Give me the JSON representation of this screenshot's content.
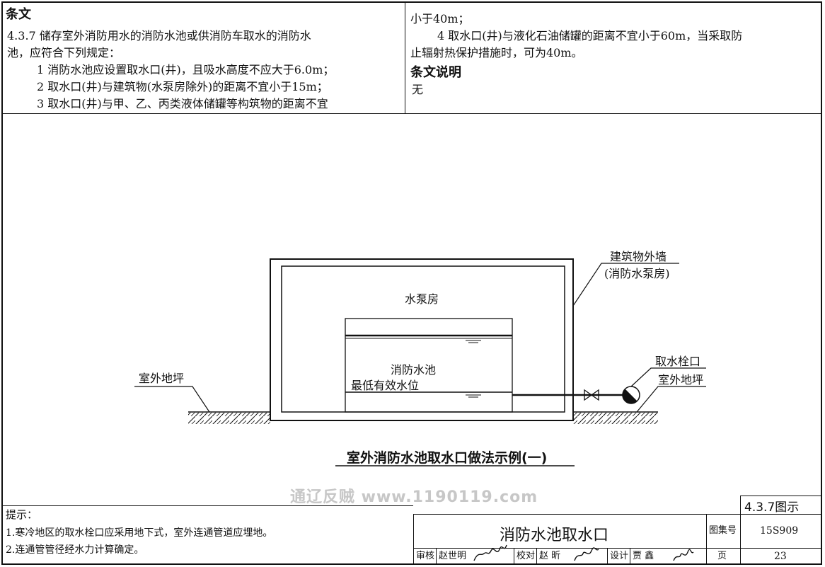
{
  "clause": {
    "heading": "条文",
    "line1": "4.3.7  储存室外消防用水的消防水池或供消防车取水的消防水",
    "line2": "池，应符合下列规定：",
    "item1": "1  消防水池应设置取水口(井)，且吸水高度不应大于6.0m；",
    "item2": "2  取水口(井)与建筑物(水泵房除外)的距离不宜小于15m；",
    "item3": "3  取水口(井)与甲、乙、丙类液体储罐等构筑物的距离不宜",
    "cont": "小于40m；",
    "item4a": "4  取水口(井)与液化石油储罐的距离不宜小于60m，当采取防",
    "item4b": "止辐射热保护措施时，可为40m。"
  },
  "explanation": {
    "heading": "条文说明",
    "text": "无"
  },
  "diagram": {
    "label_building_wall": "建筑物外墙",
    "label_pump_room_paren": "(消防水泵房)",
    "label_pump_room": "水泵房",
    "label_fire_pool": "消防水池",
    "label_lowest_level": "最低有效水位",
    "label_outdoor_ground_left": "室外地坪",
    "label_hydrant": "取水栓口",
    "label_outdoor_ground_right": "室外地坪",
    "caption": "室外消防水池取水口做法示例(一)"
  },
  "watermark": "通辽反贼  www.1190119.com",
  "notes": {
    "heading": "提示：",
    "note1": "1.寒冷地区的取水栓口应采用地下式，室外连通管道应埋地。",
    "note2": "2.连通管管径经水力计算确定。"
  },
  "titleblock": {
    "figure_ref": "4.3.7图示",
    "title": "消防水池取水口",
    "atlas_label": "图集号",
    "atlas_no": "15S909",
    "review_label": "审核",
    "reviewer": "赵世明",
    "check_label": "校对",
    "checker": "赵  昕",
    "design_label": "设计",
    "designer": "贾  鑫",
    "page_label": "页",
    "page_no": "23"
  }
}
